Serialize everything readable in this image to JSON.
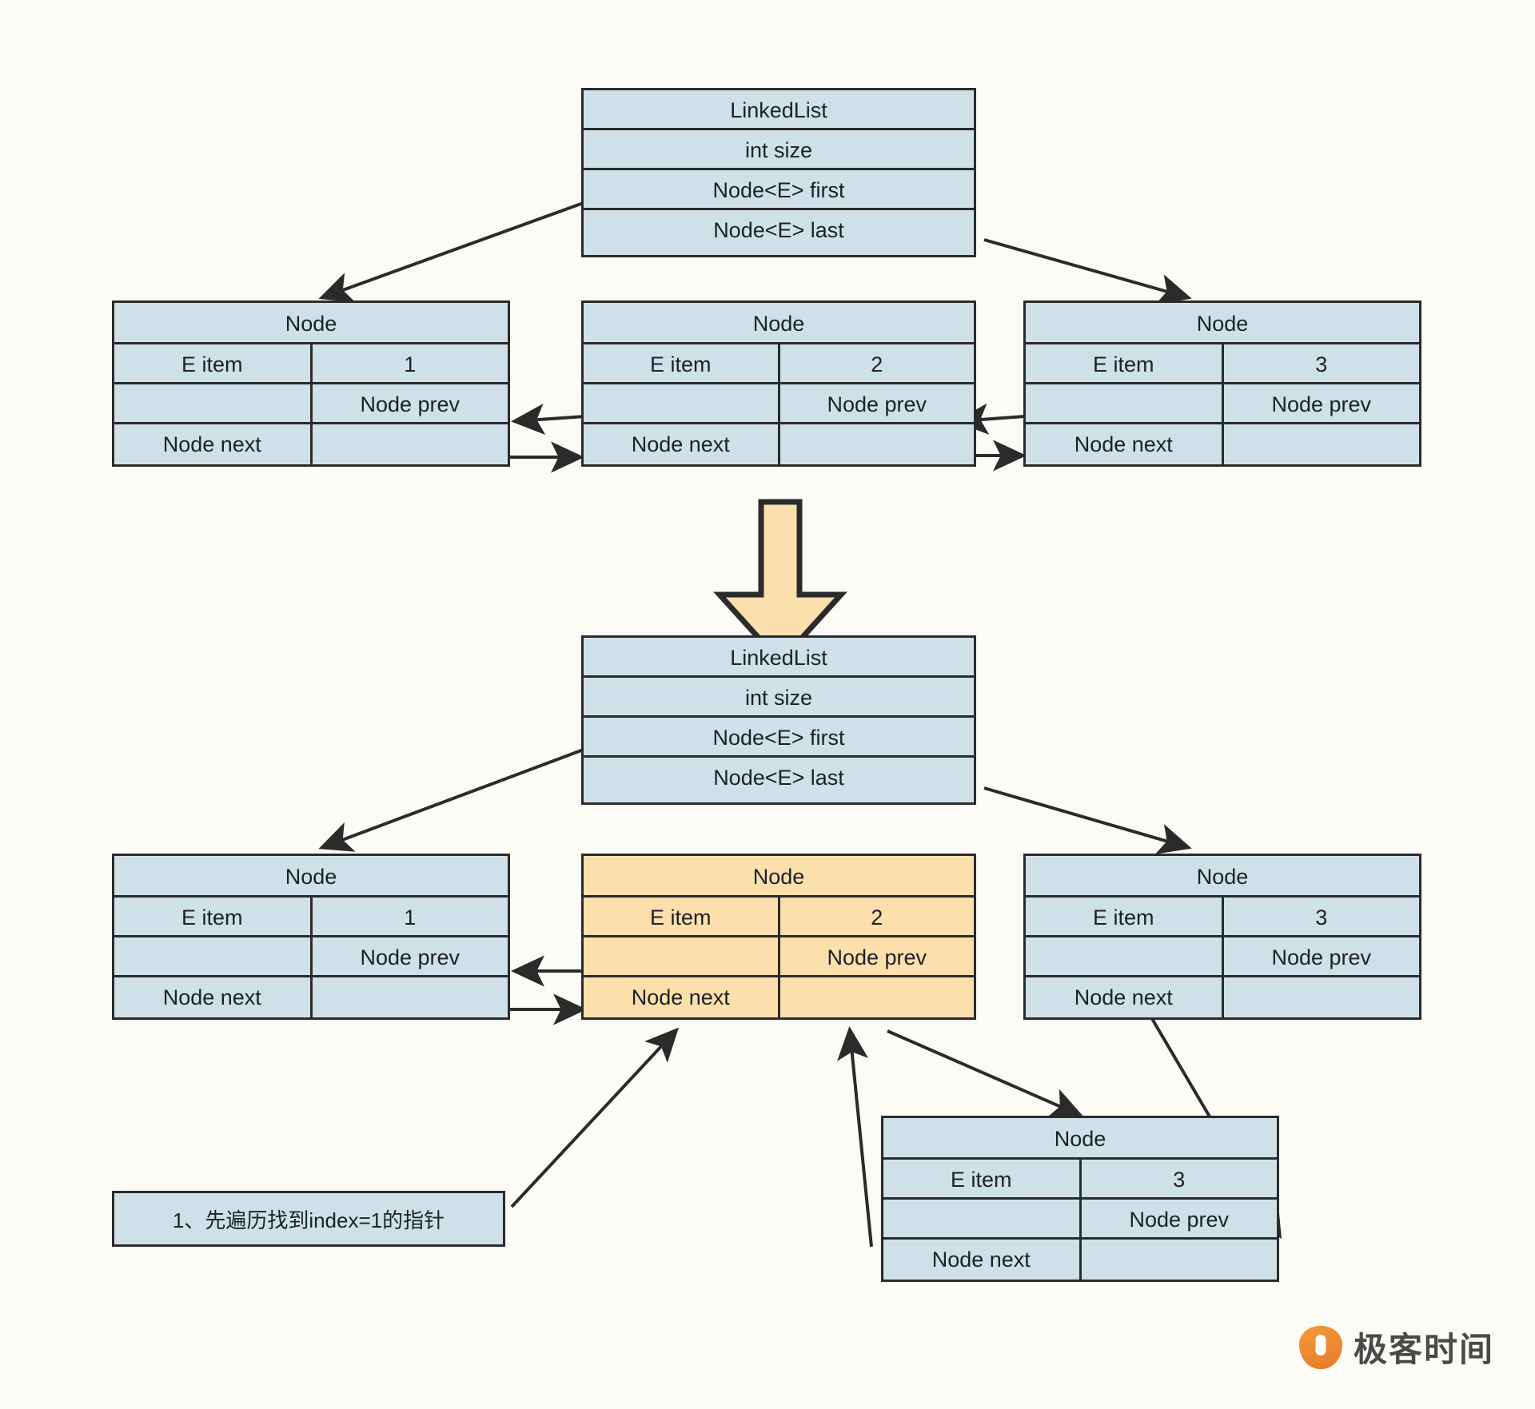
{
  "diagram": {
    "title": "LinkedList add at index - doubly linked list",
    "colors": {
      "background": "#fdfbf5",
      "box_fill": "#cfe0e8",
      "highlight_fill": "#fbdfac",
      "stroke": "#2b2b2b",
      "text": "#1d2126",
      "logo_orange": "#e87a2a"
    }
  },
  "field_labels": {
    "item": "E item",
    "prev": "Node prev",
    "next": "Node next",
    "node": "Node",
    "empty": ""
  },
  "top_section": {
    "list_box": {
      "name": "LinkedList",
      "rows": [
        "LinkedList",
        "int size",
        "Node<E> first",
        "Node<E> last"
      ]
    },
    "nodes": [
      {
        "header": "Node",
        "item_label": "E item",
        "item_value": "1",
        "prev_label": "",
        "prev_value": "Node prev",
        "next_label": "Node next",
        "next_value": "",
        "highlight": false
      },
      {
        "header": "Node",
        "item_label": "E item",
        "item_value": "2",
        "prev_label": "",
        "prev_value": "Node prev",
        "next_label": "Node next",
        "next_value": "",
        "highlight": false
      },
      {
        "header": "Node",
        "item_label": "E item",
        "item_value": "3",
        "prev_label": "",
        "prev_value": "Node prev",
        "next_label": "Node next",
        "next_value": "",
        "highlight": false
      }
    ]
  },
  "transition": {
    "arrow": "down-arrow"
  },
  "bottom_section": {
    "list_box": {
      "name": "LinkedList",
      "rows": [
        "LinkedList",
        "int size",
        "Node<E> first",
        "Node<E> last"
      ]
    },
    "nodes": [
      {
        "header": "Node",
        "item_label": "E item",
        "item_value": "1",
        "prev_label": "",
        "prev_value": "Node prev",
        "next_label": "Node next",
        "next_value": "",
        "highlight": false
      },
      {
        "header": "Node",
        "item_label": "E item",
        "item_value": "2",
        "prev_label": "",
        "prev_value": "Node prev",
        "next_label": "Node next",
        "next_value": "",
        "highlight": true
      },
      {
        "header": "Node",
        "item_label": "E item",
        "item_value": "3",
        "prev_label": "",
        "prev_value": "Node prev",
        "next_label": "Node next",
        "next_value": "",
        "highlight": false
      }
    ],
    "new_node": {
      "header": "Node",
      "item_label": "E item",
      "item_value": "3",
      "prev_label": "",
      "prev_value": "Node prev",
      "next_label": "Node next",
      "next_value": "",
      "highlight": false
    },
    "note": "1、先遍历找到index=1的指针"
  },
  "watermark": {
    "text": "极客时间"
  }
}
